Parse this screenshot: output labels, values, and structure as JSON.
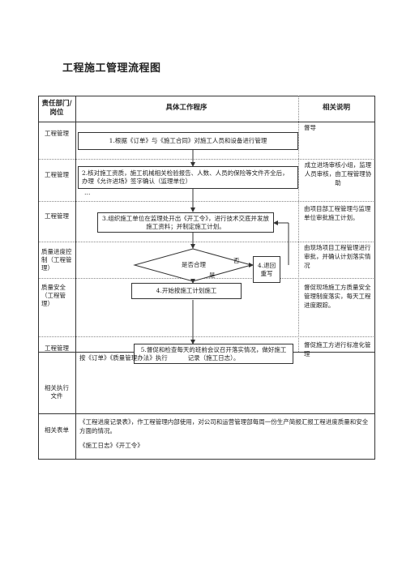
{
  "title": "工程施工管理流程图",
  "table": {
    "headers": {
      "dept": "责任部门/岗位",
      "procedure": "具体工作程序",
      "notes": "相关说明"
    },
    "rows": [
      {
        "dept": "工程管理",
        "note": "督导"
      },
      {
        "dept": "工程管理",
        "note": "成立进场审核小组，监理人员审核，由工程管理协助"
      },
      {
        "dept": "工程管理",
        "note": "由项目部工程管理与监理单位审批施工计划。"
      },
      {
        "dept": "质量进度控制（工程管理）",
        "note": "由现场项目工程管理进行审批，并确认计划落实情况"
      },
      {
        "dept": "质量安全（工程管理）",
        "note": "督促现场施工方质量安全管理制度落实，每天工程进度跟踪。"
      },
      {
        "dept": "工程管理",
        "note": "督促施工方进行标准化管理"
      }
    ],
    "related_docs_label": "相关执行文件",
    "related_docs_text": "按《订单》《质量管理办法》执行",
    "related_forms_label": "相关表单",
    "related_forms_text": "《工程进度记录表》，作工程管理内部使用，对公司和运营管理部每周一份生产简报汇报工程进度质量和安全方面的情况。",
    "related_forms_text2": "《施工日志》《开工令》"
  },
  "flow": {
    "step1": "1.根据《订单》与《施工合同》对施工人员和设备进行管理",
    "step2": "2.核对施工资质，施工机械相关检验报告、人数、人员的保险等文件齐全后，办理《允许进场》签字确认（监理单位）",
    "step2_tail": "…",
    "step3": "3.组织施工单位在监理处开出《开工令》，进行技术交底并发放施工资料；并制定施工计划。",
    "decision": "是否合理",
    "no_label": "否",
    "yes_label": "是",
    "step4b": "4.退回重写",
    "step4": "4.开始按施工计划施工",
    "step5": "5.督促和检查每天的班前会议召开落实情况，做好施工记录（施工日志）。"
  }
}
